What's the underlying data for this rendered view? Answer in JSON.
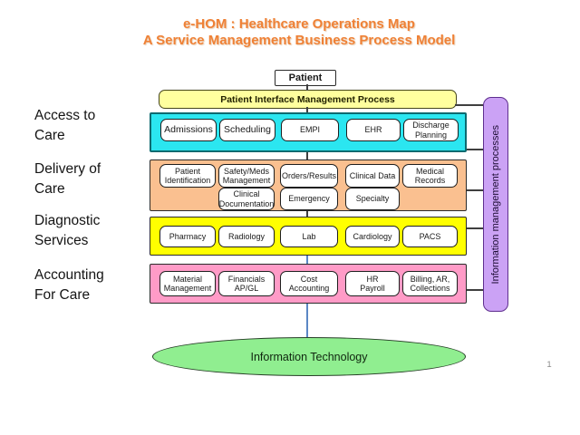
{
  "title": {
    "line1": "e-HOM : Healthcare Operations Map",
    "line2": "A Service Management Business Process Model",
    "color": "#ef8136"
  },
  "patient_label": "Patient",
  "interface_bar_label": "Patient Interface Management Process",
  "rows": [
    {
      "label": "Access to\nCare",
      "color": "#2be6f0",
      "boxes": [
        "Admissions",
        "Scheduling",
        "EMPI",
        "EHR",
        "Discharge\nPlanning"
      ]
    },
    {
      "label": "Delivery of\nCare",
      "color": "#fac090",
      "boxes": [
        "Patient\nIdentification",
        "Safety/Meds\nManagement",
        "Orders/Results",
        "Clinical Data",
        "Medical\nRecords"
      ],
      "boxes_row2": [
        "Clinical\nDocumentation",
        "Emergency",
        "Specialty"
      ]
    },
    {
      "label": "Diagnostic\nServices",
      "color": "#ffff00",
      "boxes": [
        "Pharmacy",
        "Radiology",
        "Lab",
        "Cardiology",
        "PACS"
      ]
    },
    {
      "label": "Accounting\nFor Care",
      "color": "#ff9bc7",
      "boxes": [
        "Material\nManagement",
        "Financials\nAP/GL",
        "Cost\nAccounting",
        "HR\nPayroll",
        "Billing, AR,\nCollections"
      ]
    }
  ],
  "sidebar": {
    "label": "Information management processes",
    "color": "#cba2f5"
  },
  "footer": {
    "ellipse_label": "Information Technology",
    "ellipse_color": "#90ee90",
    "page_number": "1"
  }
}
